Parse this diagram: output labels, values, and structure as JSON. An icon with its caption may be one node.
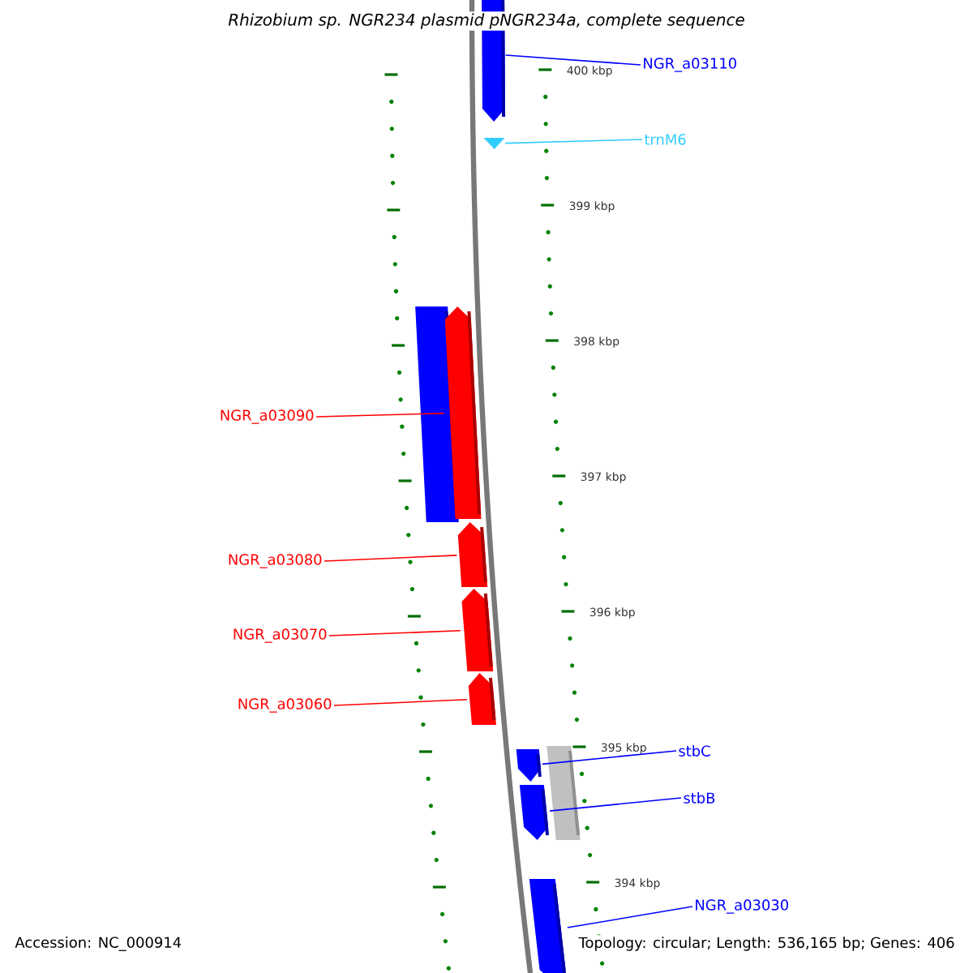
{
  "diagram": {
    "title": "Rhizobium sp. NGR234 plasmid pNGR234a, complete sequence",
    "nodes": [
      {
        "text": [
          "NGR_a03110"
        ]
      },
      {
        "text": [],
        "shape": "arrow"
      },
      {
        "text": [
          "trnM6"
        ]
      },
      {
        "text": [],
        "shape": "arrow"
      },
      {
        "text": [
          "NGR_a03090"
        ]
      },
      {
        "text": [],
        "shape": "bar"
      },
      {
        "text": [],
        "shape": "arrow"
      },
      {
        "text": [
          "NGR_a03080"
        ]
      },
      {
        "text": [],
        "shape": "arrow"
      },
      {
        "text": [
          "NGR_a03070"
        ]
      },
      {
        "text": [],
        "shape": "arrow"
      },
      {
        "text": [
          "NGR_a03060"
        ]
      },
      {
        "text": [],
        "shape": "arrow"
      },
      {
        "text": [
          "stbC"
        ]
      },
      {
        "text": [],
        "shape": "arrow"
      },
      {
        "text": [],
        "shape": "bar"
      },
      {
        "text": [
          "stbB"
        ]
      },
      {
        "text": [],
        "shape": "arrow"
      },
      {
        "text": [
          "NGR_a03030"
        ]
      },
      {
        "text": [],
        "shape": "arrow"
      }
    ],
    "edges": [
      {
        "from": 0,
        "to": 1,
        "arrow": "none",
        "color": "#0000ff"
      },
      {
        "from": 2,
        "to": 3,
        "arrow": "none",
        "color": "#33ccff"
      },
      {
        "from": 4,
        "to": 6,
        "arrow": "none",
        "color": "#ff0000"
      },
      {
        "from": 7,
        "to": 8,
        "arrow": "none",
        "color": "#ff0000"
      },
      {
        "from": 9,
        "to": 10,
        "arrow": "none",
        "color": "#ff0000"
      },
      {
        "from": 11,
        "to": 12,
        "arrow": "none",
        "color": "#ff0000"
      },
      {
        "from": 13,
        "to": 14,
        "arrow": "none",
        "color": "#0000ff"
      },
      {
        "from": 16,
        "to": 17,
        "arrow": "none",
        "color": "#0000ff"
      },
      {
        "from": 18,
        "to": 19,
        "arrow": "none",
        "color": "#0000ff"
      }
    ],
    "labels": [
      "400 kbp",
      "399 kbp",
      "398 kbp",
      "397 kbp",
      "396 kbp",
      "395 kbp",
      "394 kbp",
      "Accession: NC_000914",
      "Topology: circular; Length: 536,165 bp; Genes: 406"
    ]
  }
}
